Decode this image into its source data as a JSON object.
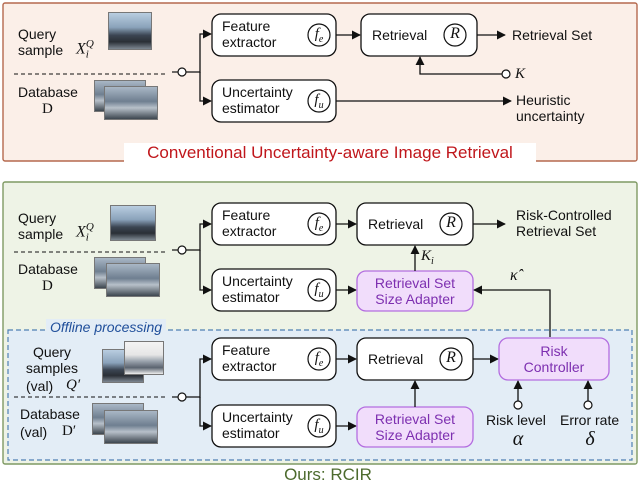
{
  "top": {
    "caption": "Conventional Uncertainty-aware Image Retrieval",
    "query_label": [
      "Query",
      "sample"
    ],
    "query_symbol": "X",
    "query_symbol_sub": "i",
    "query_symbol_sup": "Q",
    "database_label": "Database",
    "database_symbol": "D",
    "feature_extractor": [
      "Feature",
      "extractor"
    ],
    "fe_symbol": "f",
    "fe_sub": "e",
    "uncertainty_estimator": [
      "Uncertainty",
      "estimator"
    ],
    "fu_symbol": "f",
    "fu_sub": "u",
    "retrieval": "Retrieval",
    "retrieval_symbol": "R",
    "retrieval_set": "Retrieval Set",
    "k_symbol": "K",
    "heuristic": [
      "Heuristic",
      "uncertainty"
    ]
  },
  "bottom": {
    "caption": "Ours: RCIR",
    "offline_label": "Offline processing",
    "query_label": [
      "Query",
      "sample"
    ],
    "database_label": "Database",
    "database_symbol": "D",
    "query_symbol": "X",
    "query_symbol_sub": "i",
    "query_symbol_sup": "Q",
    "feature_extractor": [
      "Feature",
      "extractor"
    ],
    "uncertainty_estimator": [
      "Uncertainty",
      "estimator"
    ],
    "retrieval": "Retrieval",
    "retrieval_symbol": "R",
    "risk_controlled": [
      "Risk-Controlled",
      "Retrieval Set"
    ],
    "ki_symbol": "K",
    "ki_sub": "i",
    "adapter": [
      "Retrieval Set",
      "Size Adapter"
    ],
    "kappa_symbol": "κ̂",
    "val_query_label": [
      "Query",
      "samples",
      "(val)"
    ],
    "val_query_symbol": "Q′",
    "val_database_label": [
      "Database",
      "(val)"
    ],
    "val_database_symbol": "D′",
    "risk_controller": [
      "Risk",
      "Controller"
    ],
    "risk_level": "Risk level",
    "alpha_symbol": "α",
    "error_rate": "Error rate",
    "delta_symbol": "δ"
  },
  "colors": {
    "top_fill": "#fbefe8",
    "top_border": "#b5694e",
    "bottom_fill": "#eef3e6",
    "bottom_border": "#7f9a63",
    "offline_fill": "#e3edf6",
    "offline_border": "#4f80b3",
    "adapter_fill": "#f1ddfb",
    "adapter_border": "#b46ee0",
    "adapter_text": "#7d2fb0",
    "caption_red": "#c0161b",
    "caption_green": "#4d6b2e",
    "offline_text": "#1f4e9a"
  }
}
